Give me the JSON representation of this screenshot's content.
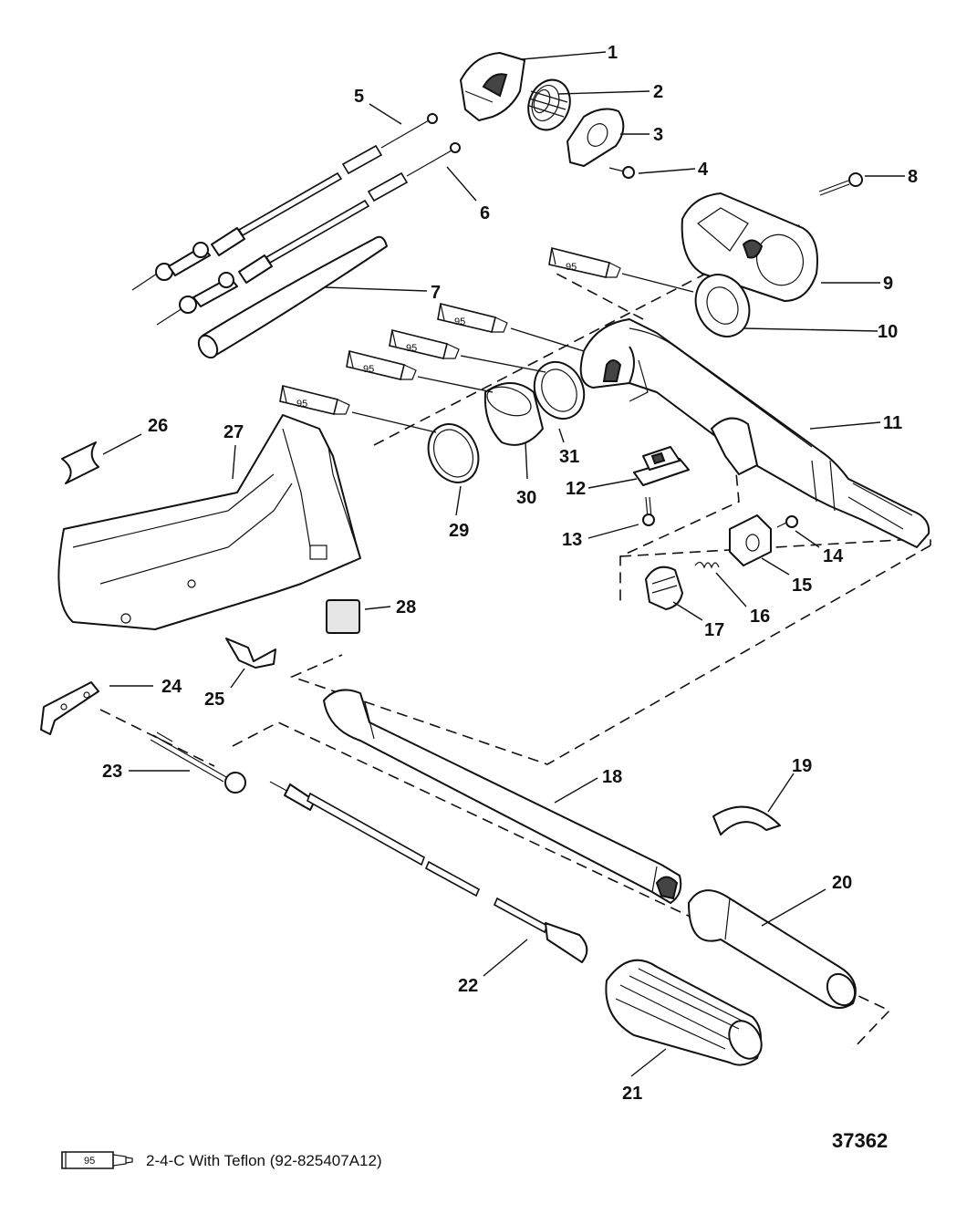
{
  "callouts": [
    {
      "id": "1",
      "text": "1"
    },
    {
      "id": "2",
      "text": "2"
    },
    {
      "id": "3",
      "text": "3"
    },
    {
      "id": "4",
      "text": "4"
    },
    {
      "id": "5",
      "text": "5"
    },
    {
      "id": "6",
      "text": "6"
    },
    {
      "id": "7",
      "text": "7"
    },
    {
      "id": "8",
      "text": "8"
    },
    {
      "id": "9",
      "text": "9"
    },
    {
      "id": "10",
      "text": "10"
    },
    {
      "id": "11",
      "text": "11"
    },
    {
      "id": "12",
      "text": "12"
    },
    {
      "id": "13",
      "text": "13"
    },
    {
      "id": "14",
      "text": "14"
    },
    {
      "id": "15",
      "text": "15"
    },
    {
      "id": "16",
      "text": "16"
    },
    {
      "id": "17",
      "text": "17"
    },
    {
      "id": "18",
      "text": "18"
    },
    {
      "id": "19",
      "text": "19"
    },
    {
      "id": "20",
      "text": "20"
    },
    {
      "id": "21",
      "text": "21"
    },
    {
      "id": "22",
      "text": "22"
    },
    {
      "id": "23",
      "text": "23"
    },
    {
      "id": "24",
      "text": "24"
    },
    {
      "id": "25",
      "text": "25"
    },
    {
      "id": "26",
      "text": "26"
    },
    {
      "id": "27",
      "text": "27"
    },
    {
      "id": "28",
      "text": "28"
    },
    {
      "id": "29",
      "text": "29"
    },
    {
      "id": "30",
      "text": "30"
    },
    {
      "id": "31",
      "text": "31"
    }
  ],
  "lubricant_tube_label": "95",
  "drawing_number": "37362",
  "legend": {
    "tube_label": "95",
    "text": "2-4-C  With Teflon (92-825407A12)"
  }
}
